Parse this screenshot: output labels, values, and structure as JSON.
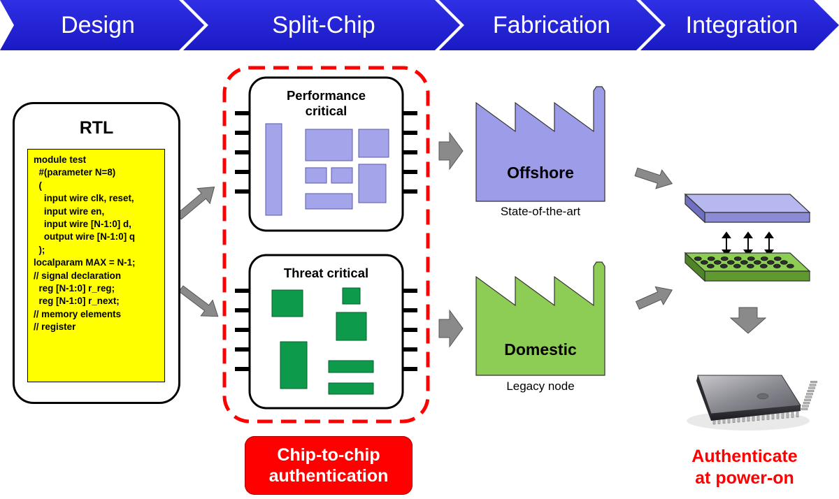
{
  "stages": [
    "Design",
    "Split-Chip",
    "Fabrication",
    "Integration"
  ],
  "rtl": {
    "title": "RTL",
    "code": [
      "module test",
      "  #(parameter N=8)",
      "  (",
      "    input wire clk, reset,",
      "    input wire en,",
      "    input wire [N-1:0] d,",
      "    output wire [N-1:0] q",
      "  );",
      "localparam MAX = N-1;",
      "",
      "// signal declaration",
      "  reg [N-1:0] r_reg;",
      "  reg [N-1:0] r_next;",
      "",
      "// memory elements",
      "// register"
    ]
  },
  "chips": {
    "performance": {
      "line1": "Performance",
      "line2": "critical"
    },
    "threat": {
      "line1": "Threat critical"
    }
  },
  "fabs": {
    "offshore": {
      "name": "Offshore",
      "sub": "State-of-the-art"
    },
    "domestic": {
      "name": "Domestic",
      "sub": "Legacy node"
    }
  },
  "auth": {
    "line1": "Chip-to-chip",
    "line2": "authentication"
  },
  "power": {
    "line1": "Authenticate",
    "line2": "at power-on"
  },
  "colors": {
    "banner": "#2222d8",
    "performance_block": "#a4a4ea",
    "threat_block": "#0d9a4a",
    "offshore_factory": "#9c9ce8",
    "domestic_factory": "#8dcc55",
    "arrow_gray": "#8a8a8a",
    "highlight_red": "#ff0000",
    "code_bg": "#ffff00"
  },
  "icons": [
    "arrow-right-icon",
    "factory-icon",
    "chip-stack-icon",
    "processor-chip-icon",
    "double-arrow-icon"
  ]
}
